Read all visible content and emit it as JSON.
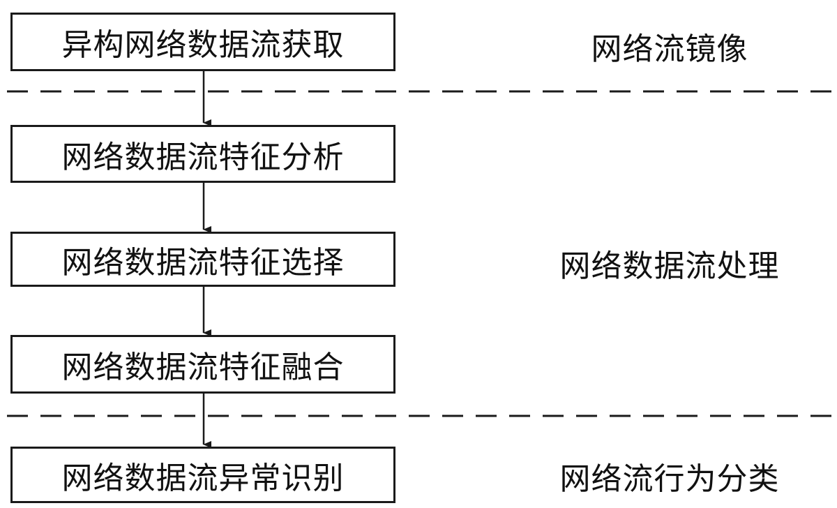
{
  "steps": [
    {
      "label": "异构网络数据流获取"
    },
    {
      "label": "网络数据流特征分析"
    },
    {
      "label": "网络数据流特征选择"
    },
    {
      "label": "网络数据流特征融合"
    },
    {
      "label": "网络数据流异常识别"
    }
  ],
  "stages": [
    {
      "label": "网络流镜像"
    },
    {
      "label": "网络数据流处理"
    },
    {
      "label": "网络流行为分类"
    }
  ],
  "colors": {
    "line": "#1a1a1a",
    "text": "#111111",
    "background": "#ffffff"
  }
}
